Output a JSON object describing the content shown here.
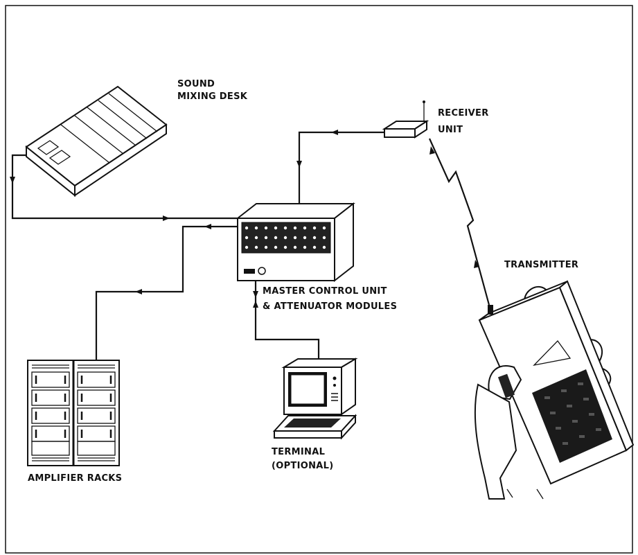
{
  "labels": {
    "mixing_desk": [
      "SOUND",
      "MIXING DESK"
    ],
    "receiver": [
      "RECEIVER",
      "UNIT"
    ],
    "transmitter": "TRANSMITTER",
    "master": [
      "MASTER CONTROL UNIT",
      "& ATTENUATOR MODULES"
    ],
    "amplifier": "AMPLIFIER RACKS",
    "terminal": [
      "TERMINAL",
      "(OPTIONAL)"
    ]
  }
}
